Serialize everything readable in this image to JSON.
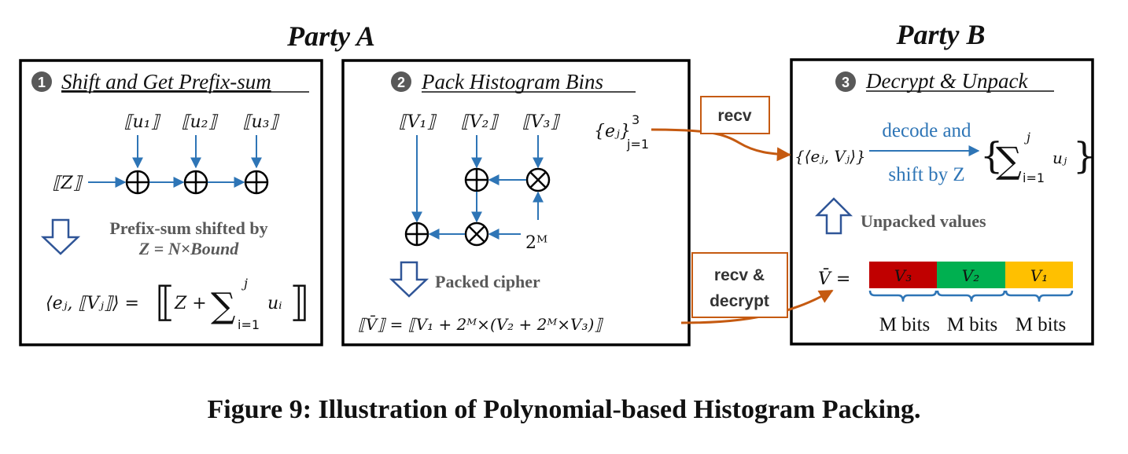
{
  "party_a_title": "Party A",
  "party_b_title": "Party B",
  "panel1": {
    "number": "1",
    "title": "Shift and Get Prefix-sum",
    "inputs": [
      "⟦u₁⟧",
      "⟦u₂⟧",
      "⟦u₃⟧"
    ],
    "z_input": "⟦Z⟧",
    "note_line1": "Prefix-sum shifted by",
    "note_line2": "Z = N×Bound",
    "formula_left": "⟨eⱼ, ⟦Vⱼ⟧⟩ =",
    "formula_z": "Z +",
    "formula_sum_top": "j",
    "formula_sum_bottom": "i=1",
    "formula_term": "uᵢ"
  },
  "panel2": {
    "number": "2",
    "title": "Pack Histogram Bins",
    "inputs": [
      "⟦V₁⟧",
      "⟦V₂⟧",
      "⟦V₃⟧"
    ],
    "e_set": "{eⱼ}",
    "e_set_sup": "3",
    "e_set_sub": "j=1",
    "power": "2ᴹ",
    "note": "Packed cipher",
    "formula": "⟦V̄⟧ = ⟦V₁ + 2ᴹ×(V₂ + 2ᴹ×V₃)⟧"
  },
  "panel3": {
    "number": "3",
    "title": "Decrypt & Unpack",
    "pairs": "{⟨eⱼ, Vⱼ⟩}",
    "decode_line1": "decode and",
    "decode_line2": "shift by Z",
    "sum_top": "j",
    "sum_bottom": "i=1",
    "sum_term": "uⱼ",
    "unpacked_label": "Unpacked values",
    "vbar_label": "V̄  =",
    "segments": [
      {
        "label": "V₃",
        "color": "#c00000"
      },
      {
        "label": "V₂",
        "color": "#00b050"
      },
      {
        "label": "V₁",
        "color": "#ffc000"
      }
    ],
    "bits_labels": [
      "M bits",
      "M bits",
      "M bits"
    ]
  },
  "recv_label": "recv",
  "recv_decrypt_line1": "recv &",
  "recv_decrypt_line2": "decrypt",
  "colors": {
    "blue_arrow": "#2e75b6",
    "orange_arrow": "#c55a11",
    "note_gray": "#595959",
    "hollow_arrow": "#2f5597",
    "bracket": "#2e75b6"
  },
  "caption": "Figure 9: Illustration of Polynomial-based Histogram Packing."
}
